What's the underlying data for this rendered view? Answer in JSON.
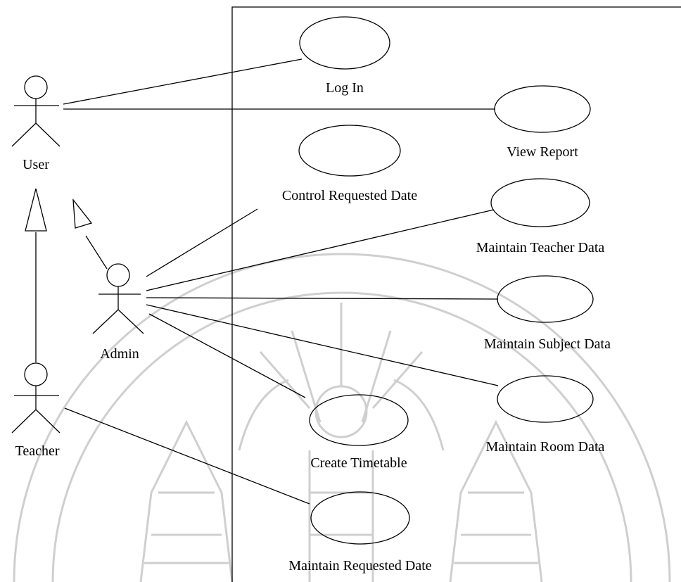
{
  "colors": {
    "ink": "#000000",
    "watermark": "#cfcfcf",
    "background": "#ffffff"
  },
  "actors": {
    "user": "User",
    "admin": "Admin",
    "teacher": "Teacher"
  },
  "use_cases": {
    "login": "Log In",
    "view_report": "View Report",
    "control_requested_date": "Control Requested Date",
    "maintain_teacher": "Maintain Teacher Data",
    "maintain_subject": "Maintain Subject Data",
    "maintain_room": "Maintain Room Data",
    "create_timetable": "Create Timetable",
    "maintain_requested_date": "Maintain Requested Date"
  },
  "watermark": {
    "kind": "university-seal"
  }
}
